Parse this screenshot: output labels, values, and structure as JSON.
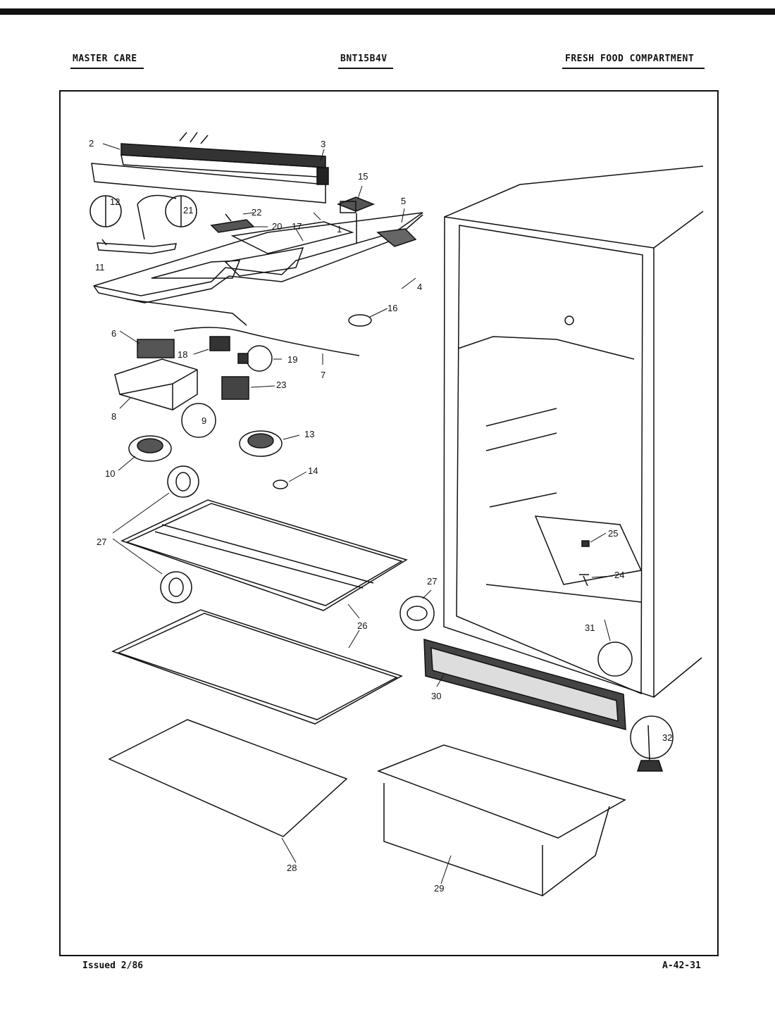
{
  "header": {
    "brand": "MASTER CARE",
    "model": "BNT15B4V",
    "section": "FRESH FOOD COMPARTMENT"
  },
  "footer": {
    "issued": "Issued 2/86",
    "page_code": "A-42-31"
  },
  "callouts": [
    "1",
    "2",
    "3",
    "4",
    "5",
    "6",
    "7",
    "8",
    "9",
    "10",
    "11",
    "12",
    "13",
    "14",
    "15",
    "16",
    "17",
    "18",
    "19",
    "20",
    "21",
    "22",
    "23",
    "24",
    "25",
    "26",
    "27",
    "28",
    "29",
    "30",
    "31",
    "32"
  ],
  "callout_27_count": 2
}
